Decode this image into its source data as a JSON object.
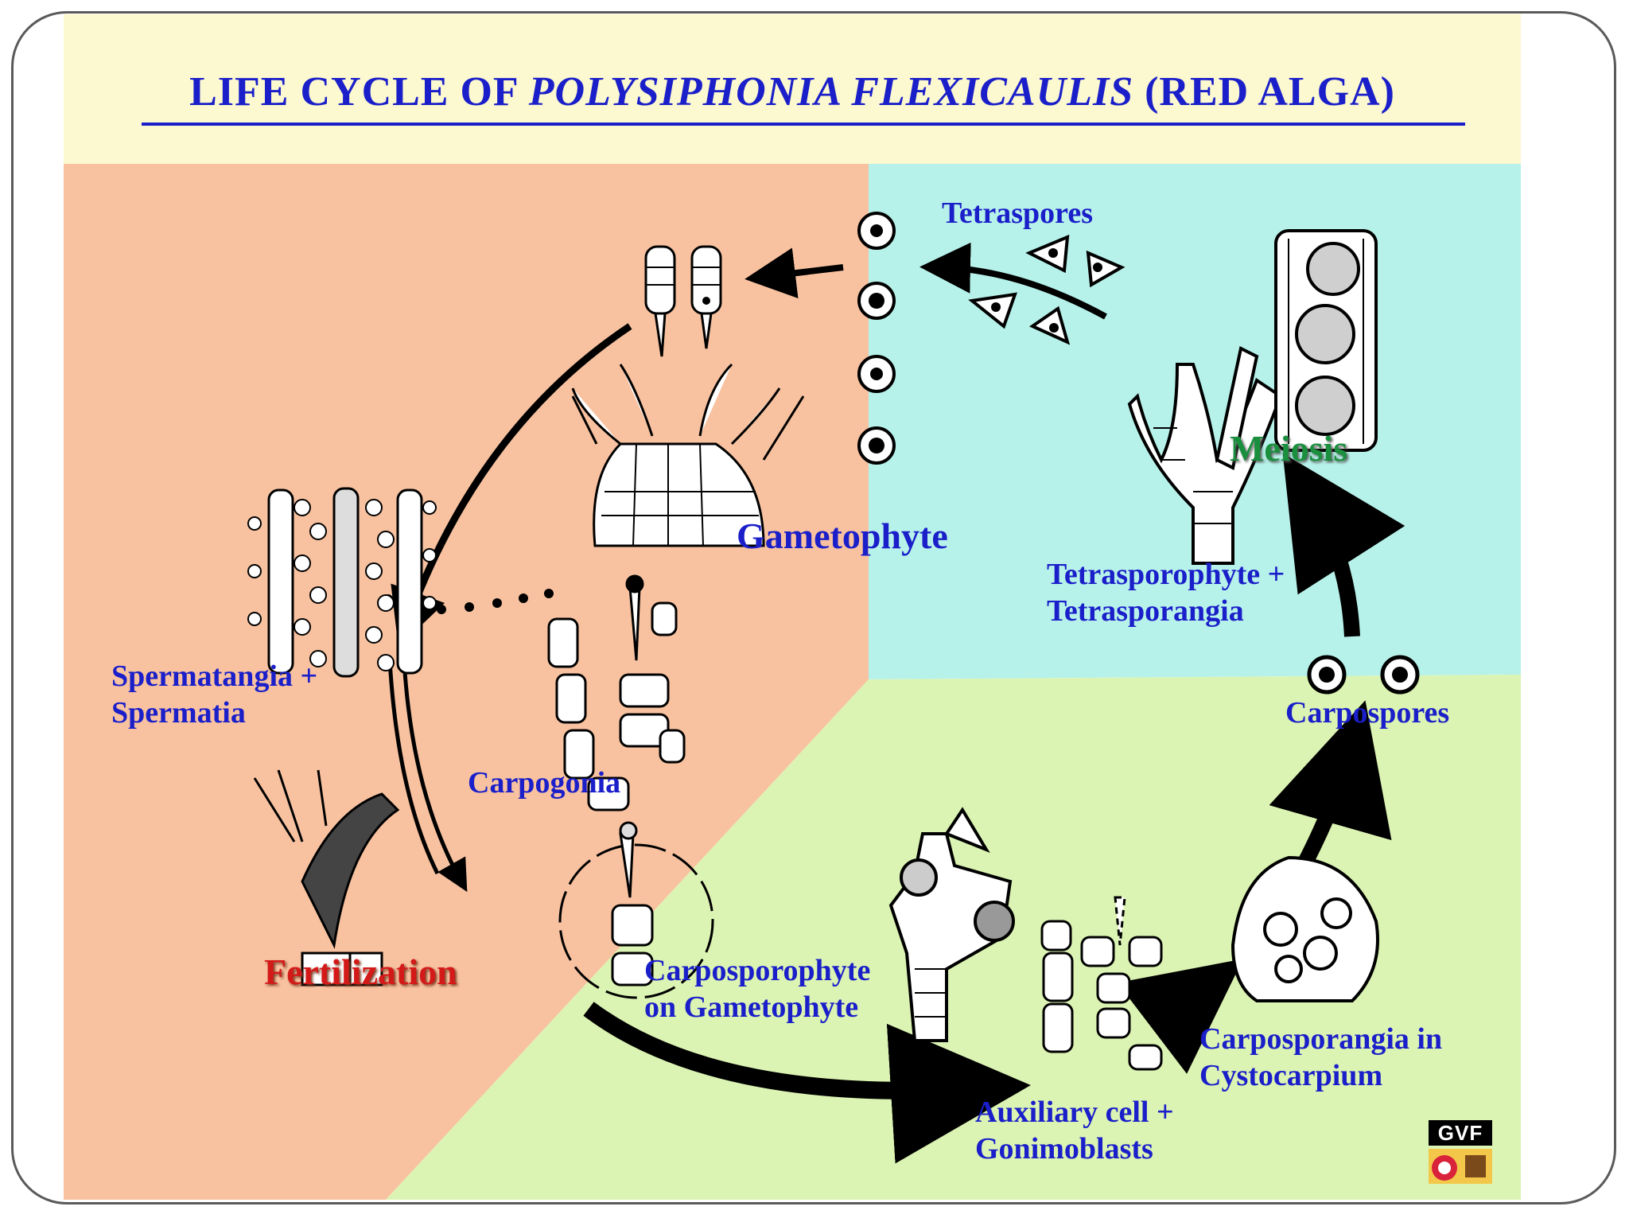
{
  "title": {
    "prefix": "LIFE CYCLE OF ",
    "species": "POLYSIPHONIA FLEXICAULIS",
    "suffix": " (RED ALGA)"
  },
  "labels": {
    "tetraspores": "Tetraspores",
    "gametophyte": "Gametophyte",
    "meiosis": "Meiosis",
    "tetrasporophyte_line1": "Tetrasporophyte +",
    "tetrasporophyte_line2": "Tetrasporangia",
    "spermatangia_line1": "Spermatangia +",
    "spermatangia_line2": "Spermatia",
    "carpogonia": "Carpogonia",
    "carpospores": "Carpospores",
    "fertilization": "Fertilization",
    "carposporophyte_line1": "Carposporophyte",
    "carposporophyte_line2": "on Gametophyte",
    "carposporangia_line1": "Carposporangia in",
    "carposporangia_line2": "Cystocarpium",
    "auxiliary_line1": "Auxiliary cell +",
    "auxiliary_line2": "Gonimoblasts"
  },
  "logo": {
    "text": "GVF"
  },
  "colors": {
    "title_band": "#fcf8cf",
    "gametophyte_region": "#f8c2a0",
    "tetrasporophyte_region": "#b7f2ea",
    "carposporophyte_region": "#dcf4b3",
    "label_blue": "#1a1fc9",
    "fertilization_red": "#d41919",
    "meiosis_green": "#1a8f3e"
  }
}
